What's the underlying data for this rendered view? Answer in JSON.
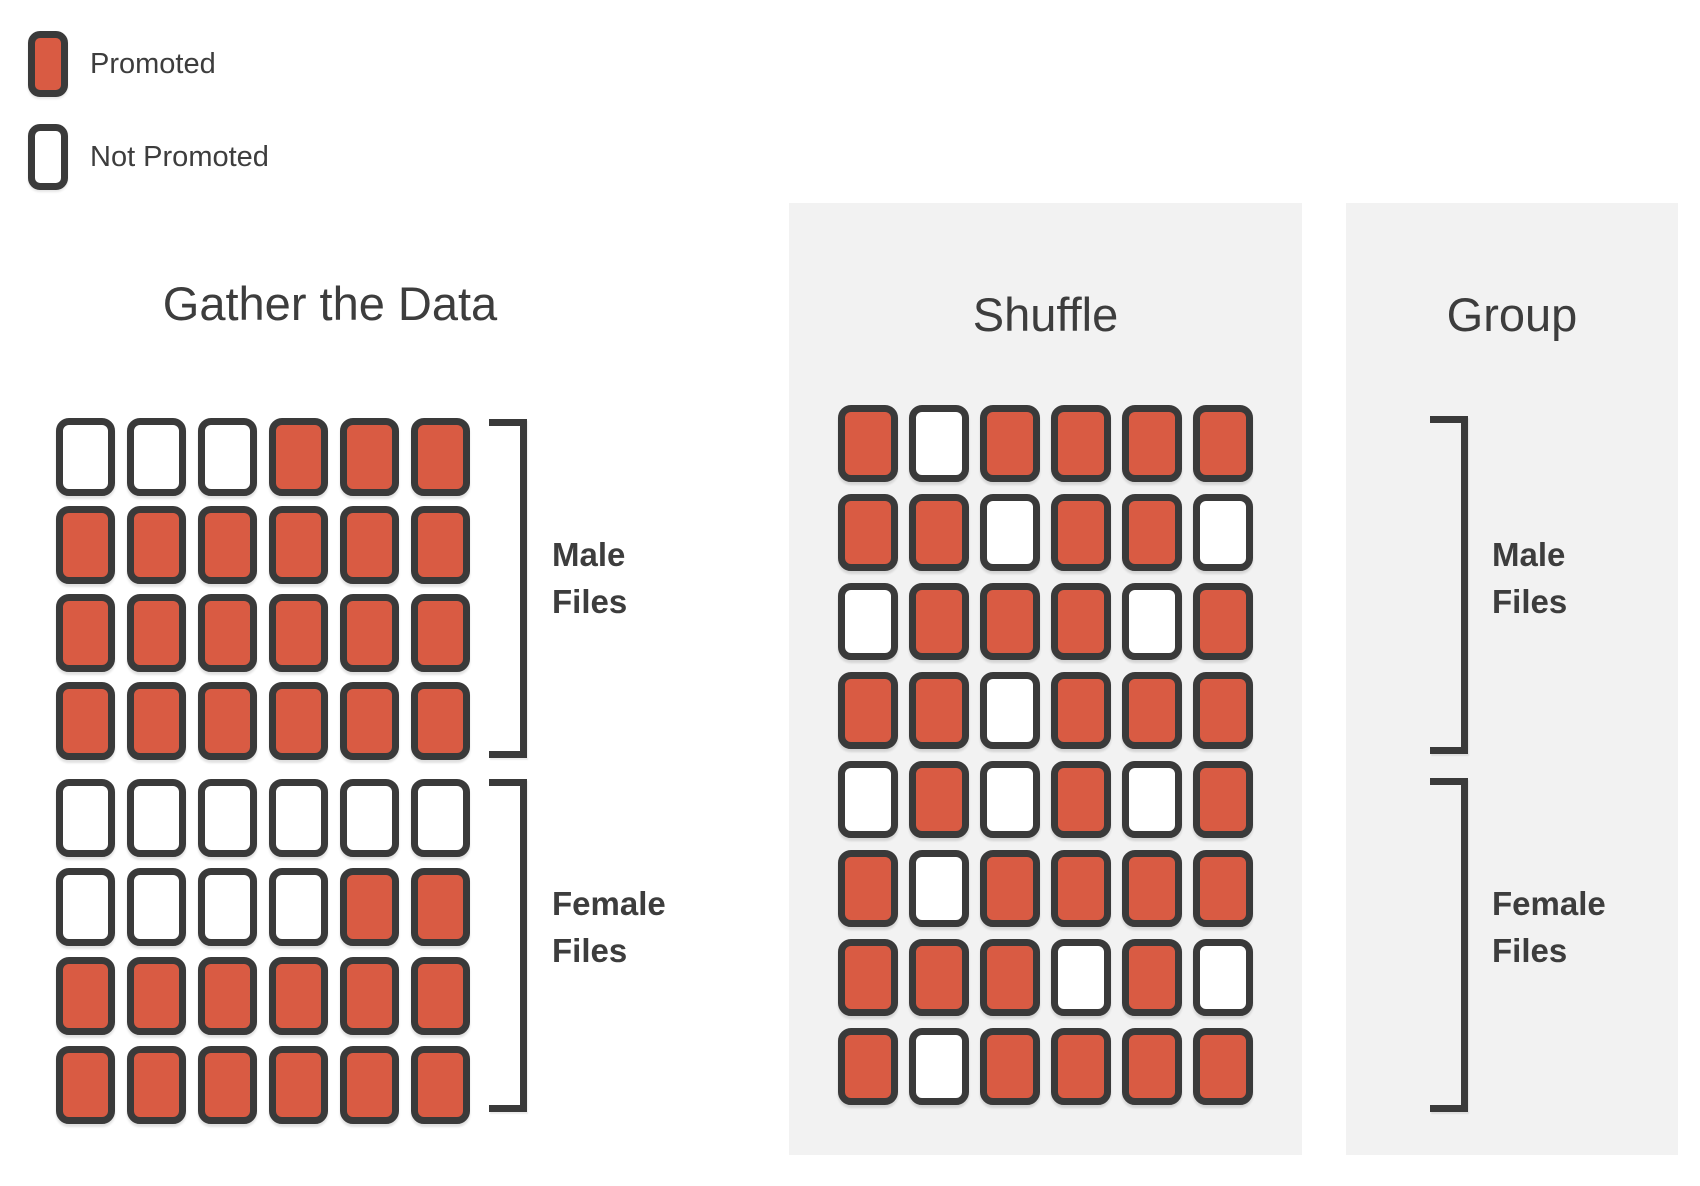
{
  "colors": {
    "promoted_fill": "#D95B43",
    "not_promoted_fill": "#FFFFFF",
    "card_border": "#3A3A3A",
    "panel_background": "#F2F2F2",
    "text": "#3D3D3D"
  },
  "legend": {
    "promoted_label": "Promoted",
    "not_promoted_label": "Not Promoted"
  },
  "gather": {
    "title": "Gather the Data",
    "male_group": {
      "label_line1": "Male",
      "label_line2": "Files",
      "rows": [
        [
          0,
          0,
          0,
          1,
          1,
          1
        ],
        [
          1,
          1,
          1,
          1,
          1,
          1
        ],
        [
          1,
          1,
          1,
          1,
          1,
          1
        ],
        [
          1,
          1,
          1,
          1,
          1,
          1
        ]
      ]
    },
    "female_group": {
      "label_line1": "Female",
      "label_line2": "Files",
      "rows": [
        [
          0,
          0,
          0,
          0,
          0,
          0
        ],
        [
          0,
          0,
          0,
          0,
          1,
          1
        ],
        [
          1,
          1,
          1,
          1,
          1,
          1
        ],
        [
          1,
          1,
          1,
          1,
          1,
          1
        ]
      ]
    }
  },
  "shuffle": {
    "title": "Shuffle",
    "rows": [
      [
        1,
        0,
        1,
        1,
        1,
        1
      ],
      [
        1,
        1,
        0,
        1,
        1,
        0
      ],
      [
        0,
        1,
        1,
        1,
        0,
        1
      ],
      [
        1,
        1,
        0,
        1,
        1,
        1
      ],
      [
        0,
        1,
        0,
        1,
        0,
        1
      ],
      [
        1,
        0,
        1,
        1,
        1,
        1
      ],
      [
        1,
        1,
        1,
        0,
        1,
        0
      ],
      [
        1,
        0,
        1,
        1,
        1,
        1
      ]
    ]
  },
  "group": {
    "title": "Group",
    "male_label_line1": "Male",
    "male_label_line2": "Files",
    "female_label_line1": "Female",
    "female_label_line2": "Files"
  }
}
